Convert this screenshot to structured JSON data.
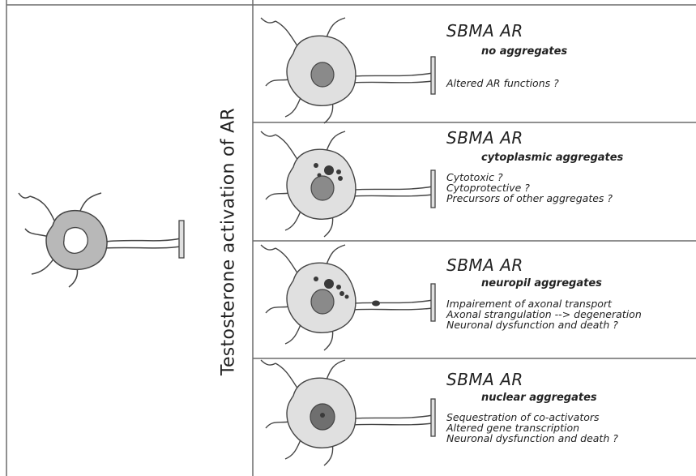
{
  "side_label": "Testosterone activation of AR",
  "panels": [
    {
      "title": "SBMA AR",
      "subtitle": "no aggregates",
      "lines": [
        "Altered AR functions ?"
      ]
    },
    {
      "title": "SBMA AR",
      "subtitle": "cytoplasmic aggregates",
      "lines": [
        "Cytotoxic ?",
        "Cytoprotective ?",
        "Precursors of other aggregates ?"
      ]
    },
    {
      "title": "SBMA AR",
      "subtitle": "neuropil aggregates",
      "lines": [
        "Impairement of axonal transport",
        "Axonal strangulation --> degeneration",
        "Neuronal dysfunction and death ?"
      ]
    },
    {
      "title": "SBMA AR",
      "subtitle": "nuclear aggregates",
      "lines": [
        "Sequestration of co-activators",
        "Altered gene transcription",
        "Neuronal dysfunction and death ?"
      ]
    }
  ],
  "colors": {
    "border": "#6b6b6b",
    "left_cell": "#b8b8b8",
    "panel_cell": "#e0e0e0",
    "nucleus": "#8a8a8a",
    "aggregate": "#3a3a3a"
  }
}
